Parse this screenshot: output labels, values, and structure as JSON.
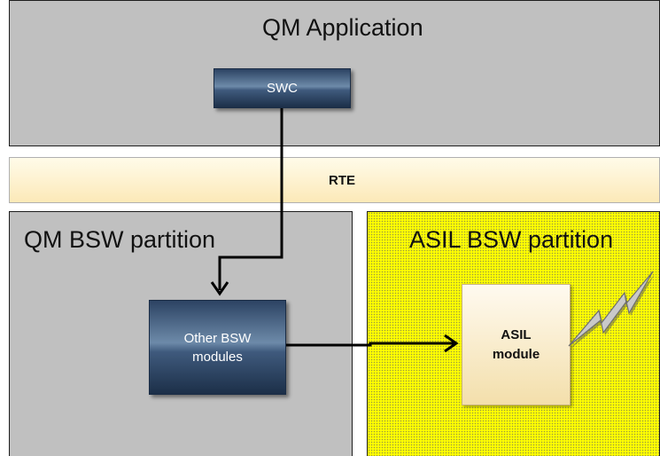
{
  "regions": {
    "qm_application": "QM Application",
    "rte": "RTE",
    "qm_bsw_partition": "QM BSW partition",
    "asil_bsw_partition": "ASIL BSW partition"
  },
  "boxes": {
    "swc": "SWC",
    "other_bsw_line1": "Other BSW",
    "other_bsw_line2": "modules",
    "asil_line1": "ASIL",
    "asil_line2": "module"
  },
  "colors": {
    "region_grey": "#c0c0c0",
    "asil_yellow": "#ffff00",
    "box_blue": "#3f5a7d",
    "rte_cream": "#fce9b8"
  },
  "icons": {
    "fault": "lightning-bolt-icon"
  }
}
